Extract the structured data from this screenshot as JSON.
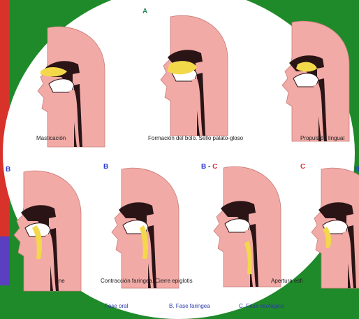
{
  "top_letter": "A",
  "panels_top": [
    {
      "caption": "Masticación"
    },
    {
      "caption": "Formación del bolo. Sello palato-gloso"
    },
    {
      "caption": "Propulsión lingual"
    }
  ],
  "phase_markers": {
    "left_b": "B",
    "b": "B",
    "bc_b": "B",
    "bc_sep": " - ",
    "bc_c": "C",
    "c": "C",
    "edge_b": "B"
  },
  "panels_bottom": [
    {
      "caption": "ine"
    },
    {
      "caption": "Contracción faringea. Cierre epiglotis"
    },
    {
      "caption": "Apertura esfi"
    }
  ],
  "footer": {
    "left": "Fase oral",
    "center": "B. Fase faringea",
    "right": "C. Fase esofagica"
  },
  "colors": {
    "background": "#1f8a2a",
    "flesh": "#f2aaa6",
    "dark": "#2a1416",
    "bolus": "#f3d84a",
    "blue": "#2a3ad8",
    "red": "#e0323a"
  }
}
